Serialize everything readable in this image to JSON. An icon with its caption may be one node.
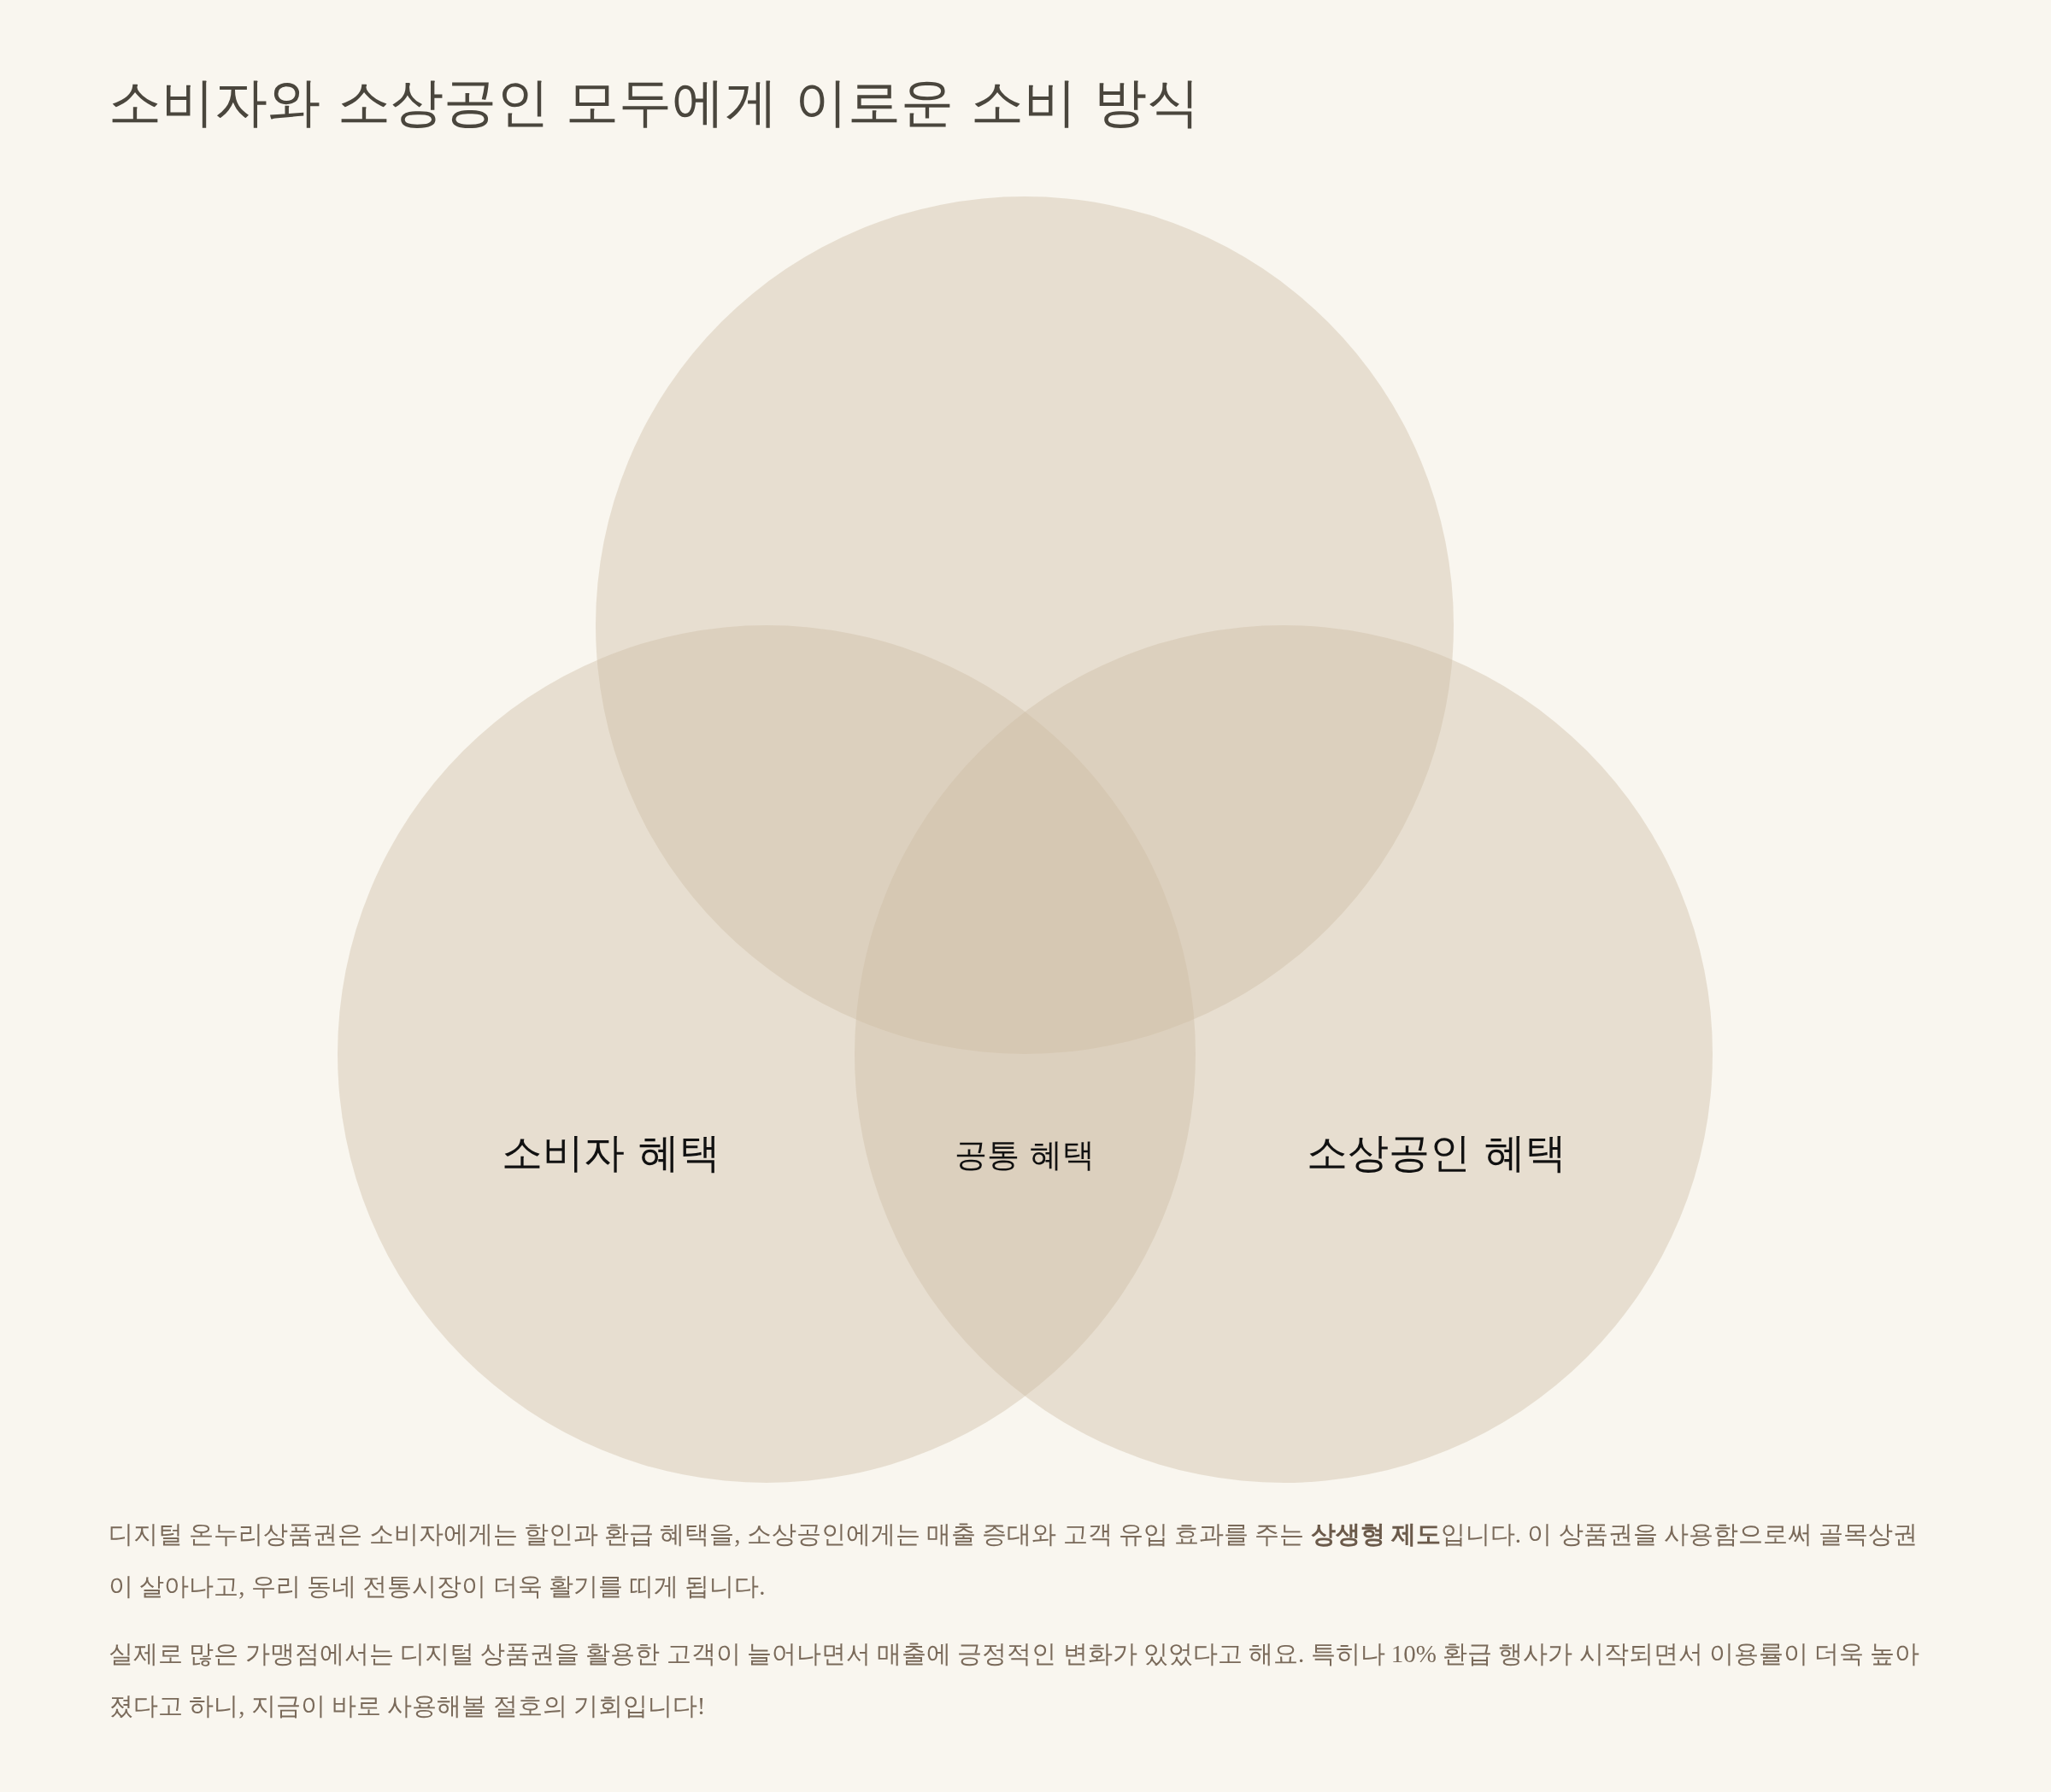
{
  "diagram": {
    "title": "소비자와 소상공인 모두에게 이로운 소비 방식",
    "nodes": [
      {
        "text": [],
        "shape": "circle"
      },
      {
        "text": [
          "소비자 혜택"
        ]
      },
      {
        "text": [
          "소상공인 혜택"
        ]
      }
    ],
    "edges": [],
    "labels": [
      "공통 혜택",
      "디지털 온누리상품권은 소비자에게는 할인과 환급 혜택을, 소상공인에게는 매출 증대와 고객 유입 효과를 주는 **상생형 제도**입니다. 이 상품권을 사용함으로써 골목상권이 살아나고, 우리 동네 전통시장이 더욱 활기를 띠게 됩니다.",
      "실제로 많은 가맹점에서는 디지털 상품권을 활용한 고객이 늘어나면서 매출에 긍정적인 변화가 있었다고 해요. 특히나 10% 환급 행사가 시작되면서 이용률이 더욱 높아졌다고 하니, 지금이 바로 사용해볼 절호의 기회입니다!"
    ]
  }
}
